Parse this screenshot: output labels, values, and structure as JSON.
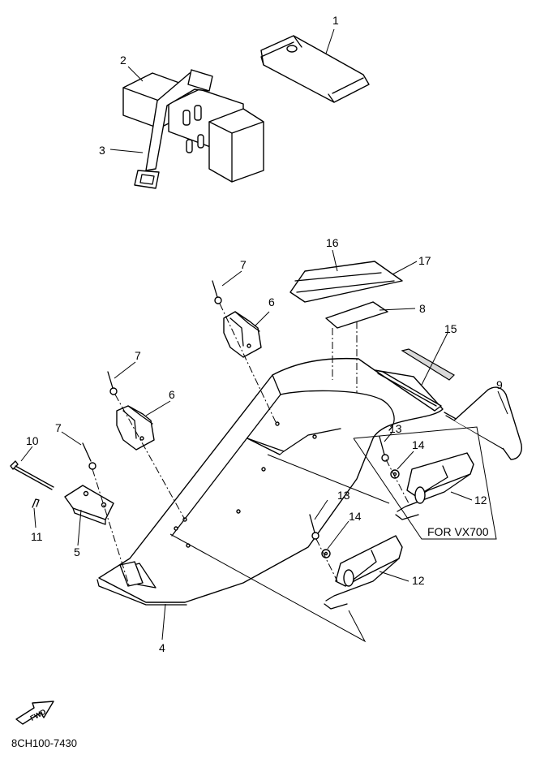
{
  "diagram_code": "8CH100-7430",
  "variant_note": "FOR VX700",
  "fwd_label": "FWD",
  "callouts": {
    "c1": "1",
    "c2": "2",
    "c3": "3",
    "c4": "4",
    "c5": "5",
    "c6a": "6",
    "c6b": "6",
    "c7a": "7",
    "c7b": "7",
    "c7c": "7",
    "c8": "8",
    "c9": "9",
    "c10": "10",
    "c11": "11",
    "c12a": "12",
    "c12b": "12",
    "c13a": "13",
    "c13b": "13",
    "c14a": "14",
    "c14b": "14",
    "c15": "15",
    "c16": "16",
    "c17": "17"
  }
}
